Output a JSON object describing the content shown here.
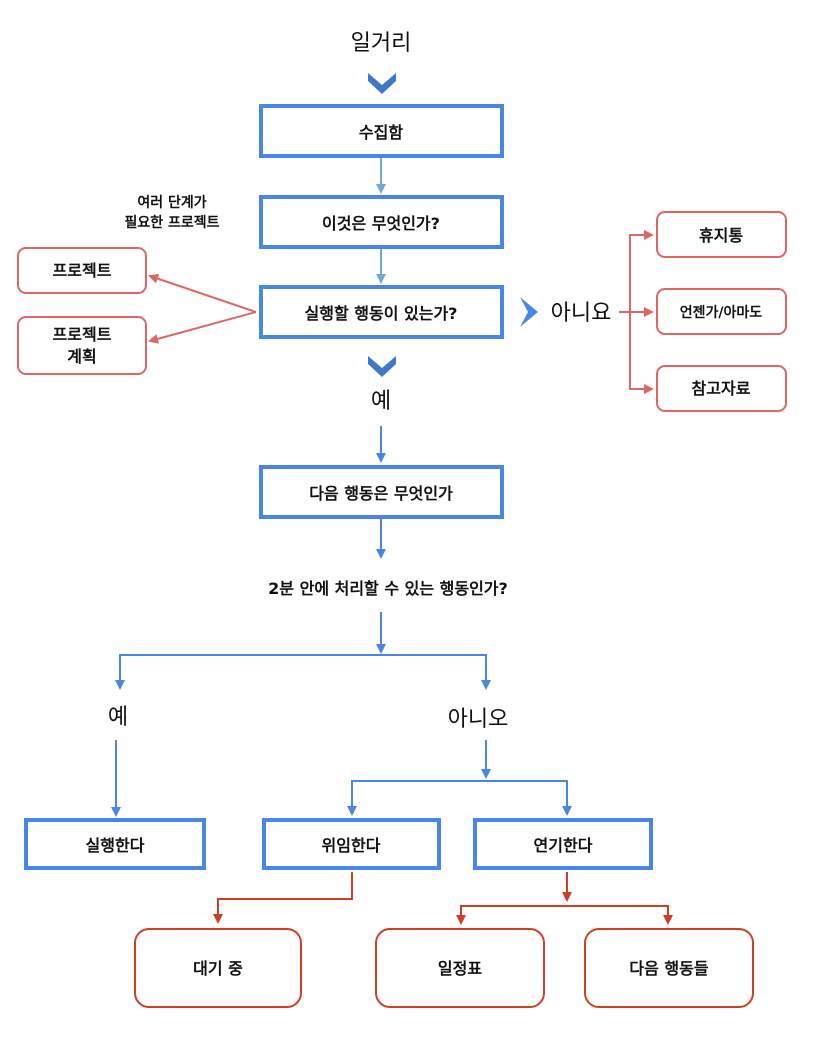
{
  "nodes": {
    "inbox": "일거리",
    "collect": "수집함",
    "what_is_it": "이것은 무엇인가?",
    "multi_step_note_1": "여러 단계가",
    "multi_step_note_2": "필요한 프로젝트",
    "actionable": "실행할 행동이 있는가?",
    "projects": "프로젝트",
    "project_plan_1": "프로젝트",
    "project_plan_2": "계획",
    "no_label": "아니요",
    "trash": "휴지통",
    "someday": "언젠가/아마도",
    "reference": "참고자료",
    "yes_label": "예",
    "next_action": "다음 행동은 무엇인가",
    "two_minute": "2분 안에 처리할 수 있는 행동인가?",
    "yes2_label": "예",
    "no2_label": "아니오",
    "do_it": "실행한다",
    "delegate": "위임한다",
    "defer": "연기한다",
    "waiting": "대기 중",
    "calendar": "일정표",
    "next_actions": "다음 행동들"
  },
  "colors": {
    "blue": "#4a86e8",
    "light_blue": "#6fa8dc",
    "red": "#e06666",
    "dark_red": "#cc4125"
  }
}
